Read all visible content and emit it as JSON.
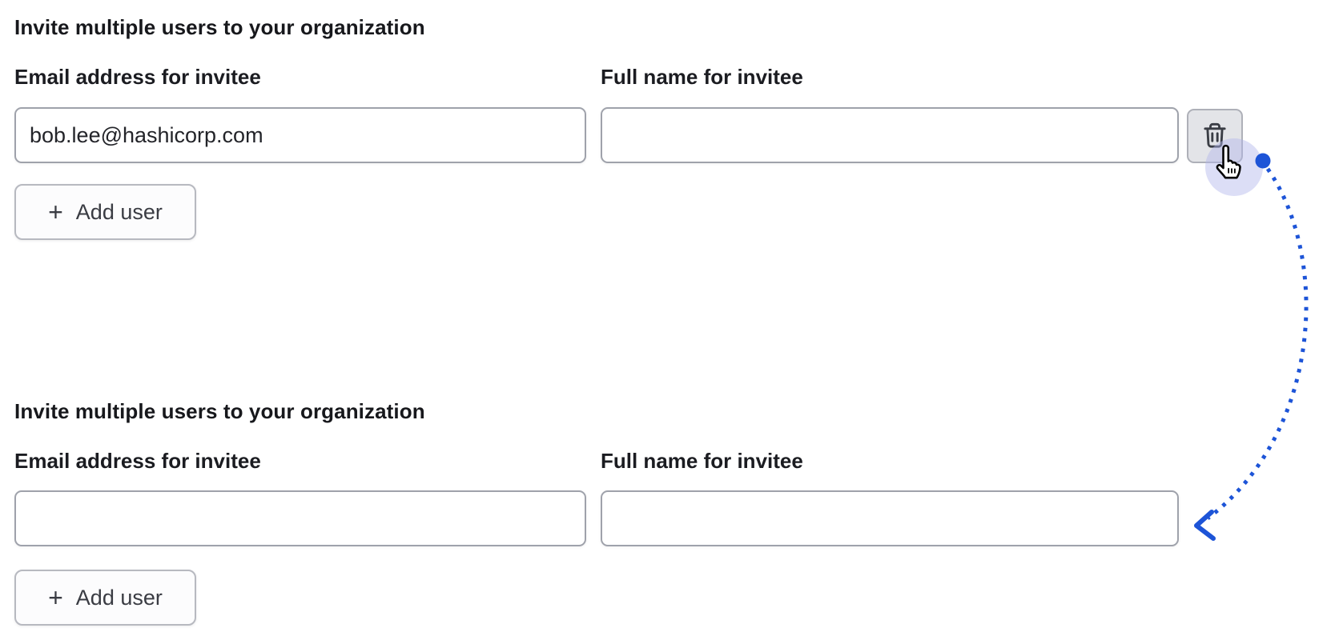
{
  "colors": {
    "accent_blue": "#1d54d7"
  },
  "icons": {
    "plus": "+"
  },
  "section_before": {
    "heading": "Invite multiple users to your organization",
    "email_label": "Email address for invitee",
    "name_label": "Full name for invitee",
    "email_value": "bob.lee@hashicorp.com",
    "name_value": "",
    "add_user_label": "Add user"
  },
  "section_after": {
    "heading": "Invite multiple users to your organization",
    "email_label": "Email address for invitee",
    "name_label": "Full name for invitee",
    "email_value": "",
    "name_value": "",
    "add_user_label": "Add user"
  }
}
